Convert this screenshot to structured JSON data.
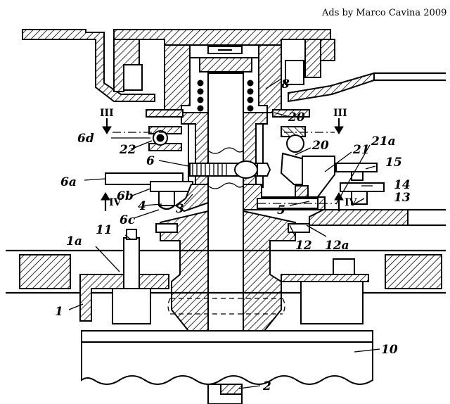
{
  "credit": "Ads by Marco Cavina 2009",
  "section_marks": {
    "top_left": "III",
    "top_right": "III",
    "mid_left": "IV",
    "mid_right": "IV"
  },
  "labels": {
    "l8": "8",
    "l20a": "20",
    "l20b": "20",
    "l6d": "6d",
    "l22": "22",
    "l21a": "21a",
    "l21": "21",
    "l15": "15",
    "l6": "6",
    "l6a": "6a",
    "l14": "14",
    "l6b": "6b",
    "l4": "4",
    "l3": "3",
    "l5": "5",
    "l13": "13",
    "l6c": "6c",
    "l1a": "1a",
    "l11": "11",
    "l12": "12",
    "l12a": "12a",
    "l1": "1",
    "l10": "10",
    "l2": "2"
  }
}
